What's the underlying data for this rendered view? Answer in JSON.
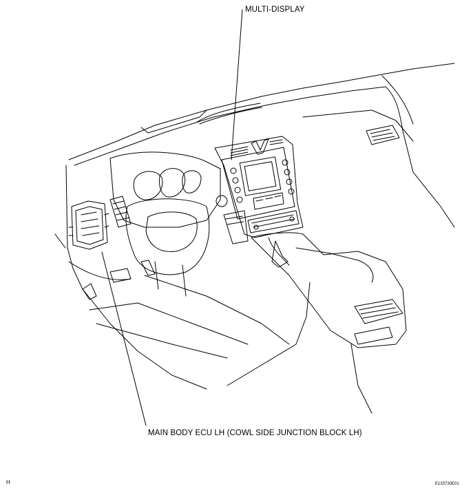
{
  "callouts": {
    "top": "MULTI-DISPLAY",
    "bottom": "MAIN BODY ECU LH (COWL SIDE JUNCTION BLOCK LH)"
  },
  "corner": {
    "left": "H",
    "right": "E133730E01"
  }
}
